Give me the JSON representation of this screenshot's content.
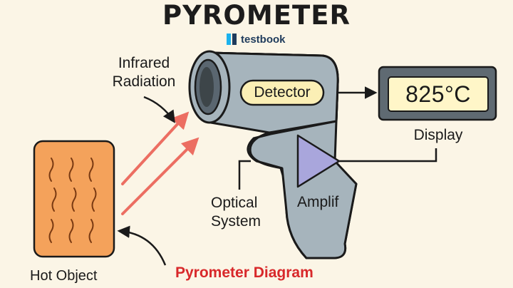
{
  "title": "PYROMETER",
  "brand": "testbook",
  "labels": {
    "infrared_line1": "Infrared",
    "infrared_line2": "Radiation",
    "detector": "Detector",
    "display_value": "825°C",
    "display": "Display",
    "optical_line1": "Optical",
    "optical_line2": "System",
    "amplifier": "Amplif",
    "hot_object": "Hot Object"
  },
  "caption": "Pyrometer Diagram",
  "colors": {
    "background": "#fbf5e6",
    "gun_body": "#a6b4bc",
    "detector_fill": "#fbefb5",
    "amplifier_fill": "#a9a6dc",
    "hot_object_fill": "#f4a25b",
    "radiation_arrows": "#ec6e62",
    "caption": "#d8282a",
    "brand": "#1f3b5c"
  },
  "icons": [
    "testbook-logo-icon",
    "heat-wave-icon",
    "arrow-icon"
  ]
}
